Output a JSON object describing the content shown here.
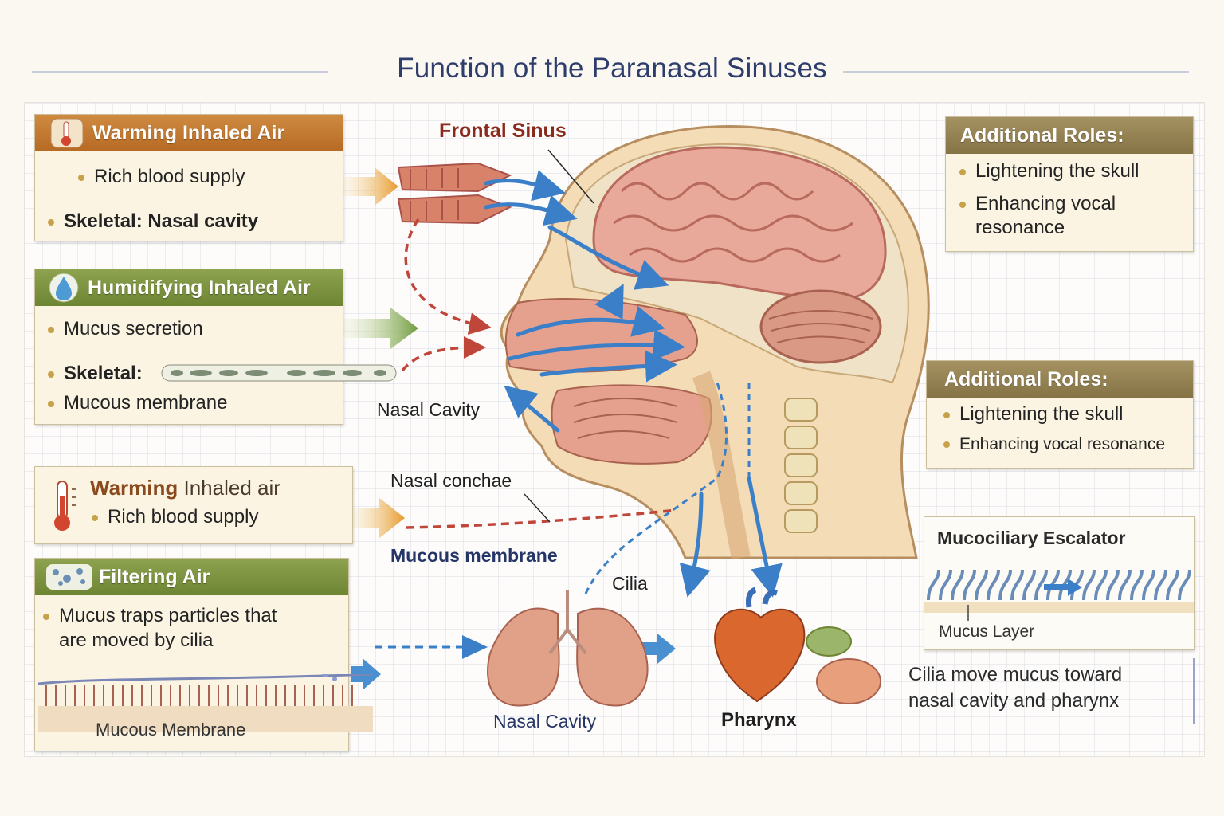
{
  "title": "Function of the Paranasal Sinuses",
  "colors": {
    "title": "#2e3d6b",
    "orange_header": "#c07530",
    "green_header": "#7d9340",
    "olive_header": "#958256",
    "air_flow_arrow": "#3a7fc8",
    "dashed_arrow": "#c0463a"
  },
  "boxes": {
    "warming_top": {
      "title": "Warming Inhaled Air",
      "icon": "thermometer-icon",
      "items": [
        "Rich blood supply",
        "Skeletal: Nasal cavity"
      ]
    },
    "humidifying": {
      "title": "Humidifying Inhaled Air",
      "icon": "water-drop-icon",
      "items": [
        "Mucus secretion",
        "Skeletal:",
        "Mucous membrane"
      ]
    },
    "warming_mid": {
      "title_bold": "Warming",
      "title_rest": "Inhaled air",
      "icon": "thermometer-icon",
      "items": [
        "Rich blood supply"
      ]
    },
    "filtering": {
      "title": "Filtering Air",
      "icon": "particles-icon",
      "items": [
        "Mucus traps particles that",
        "are moved by cilia"
      ],
      "caption": "Mucous Membrane"
    },
    "roles_top": {
      "title": "Additional Roles:",
      "items": [
        "Lightening the skull",
        "Enhancing vocal",
        "resonance"
      ]
    },
    "roles_mid": {
      "title": "Additional Roles:",
      "items": [
        "Lightening the skull",
        "Enhancing vocal resonance"
      ]
    },
    "escalator": {
      "title": "Mucociliary Escalator",
      "caption": "Mucus Layer",
      "description": [
        "Cilia move mucus toward",
        "nasal cavity and pharynx"
      ]
    }
  },
  "labels": {
    "frontal_sinus": "Frontal Sinus",
    "nasal_cavity_head": "Nasal Cavity",
    "nasal_conchae": "Nasal conchae",
    "mucous_membrane": "Mucous membrane",
    "cilia": "Cilia",
    "nasal_cavity_lungs": "Nasal Cavity",
    "pharynx": "Pharynx"
  }
}
